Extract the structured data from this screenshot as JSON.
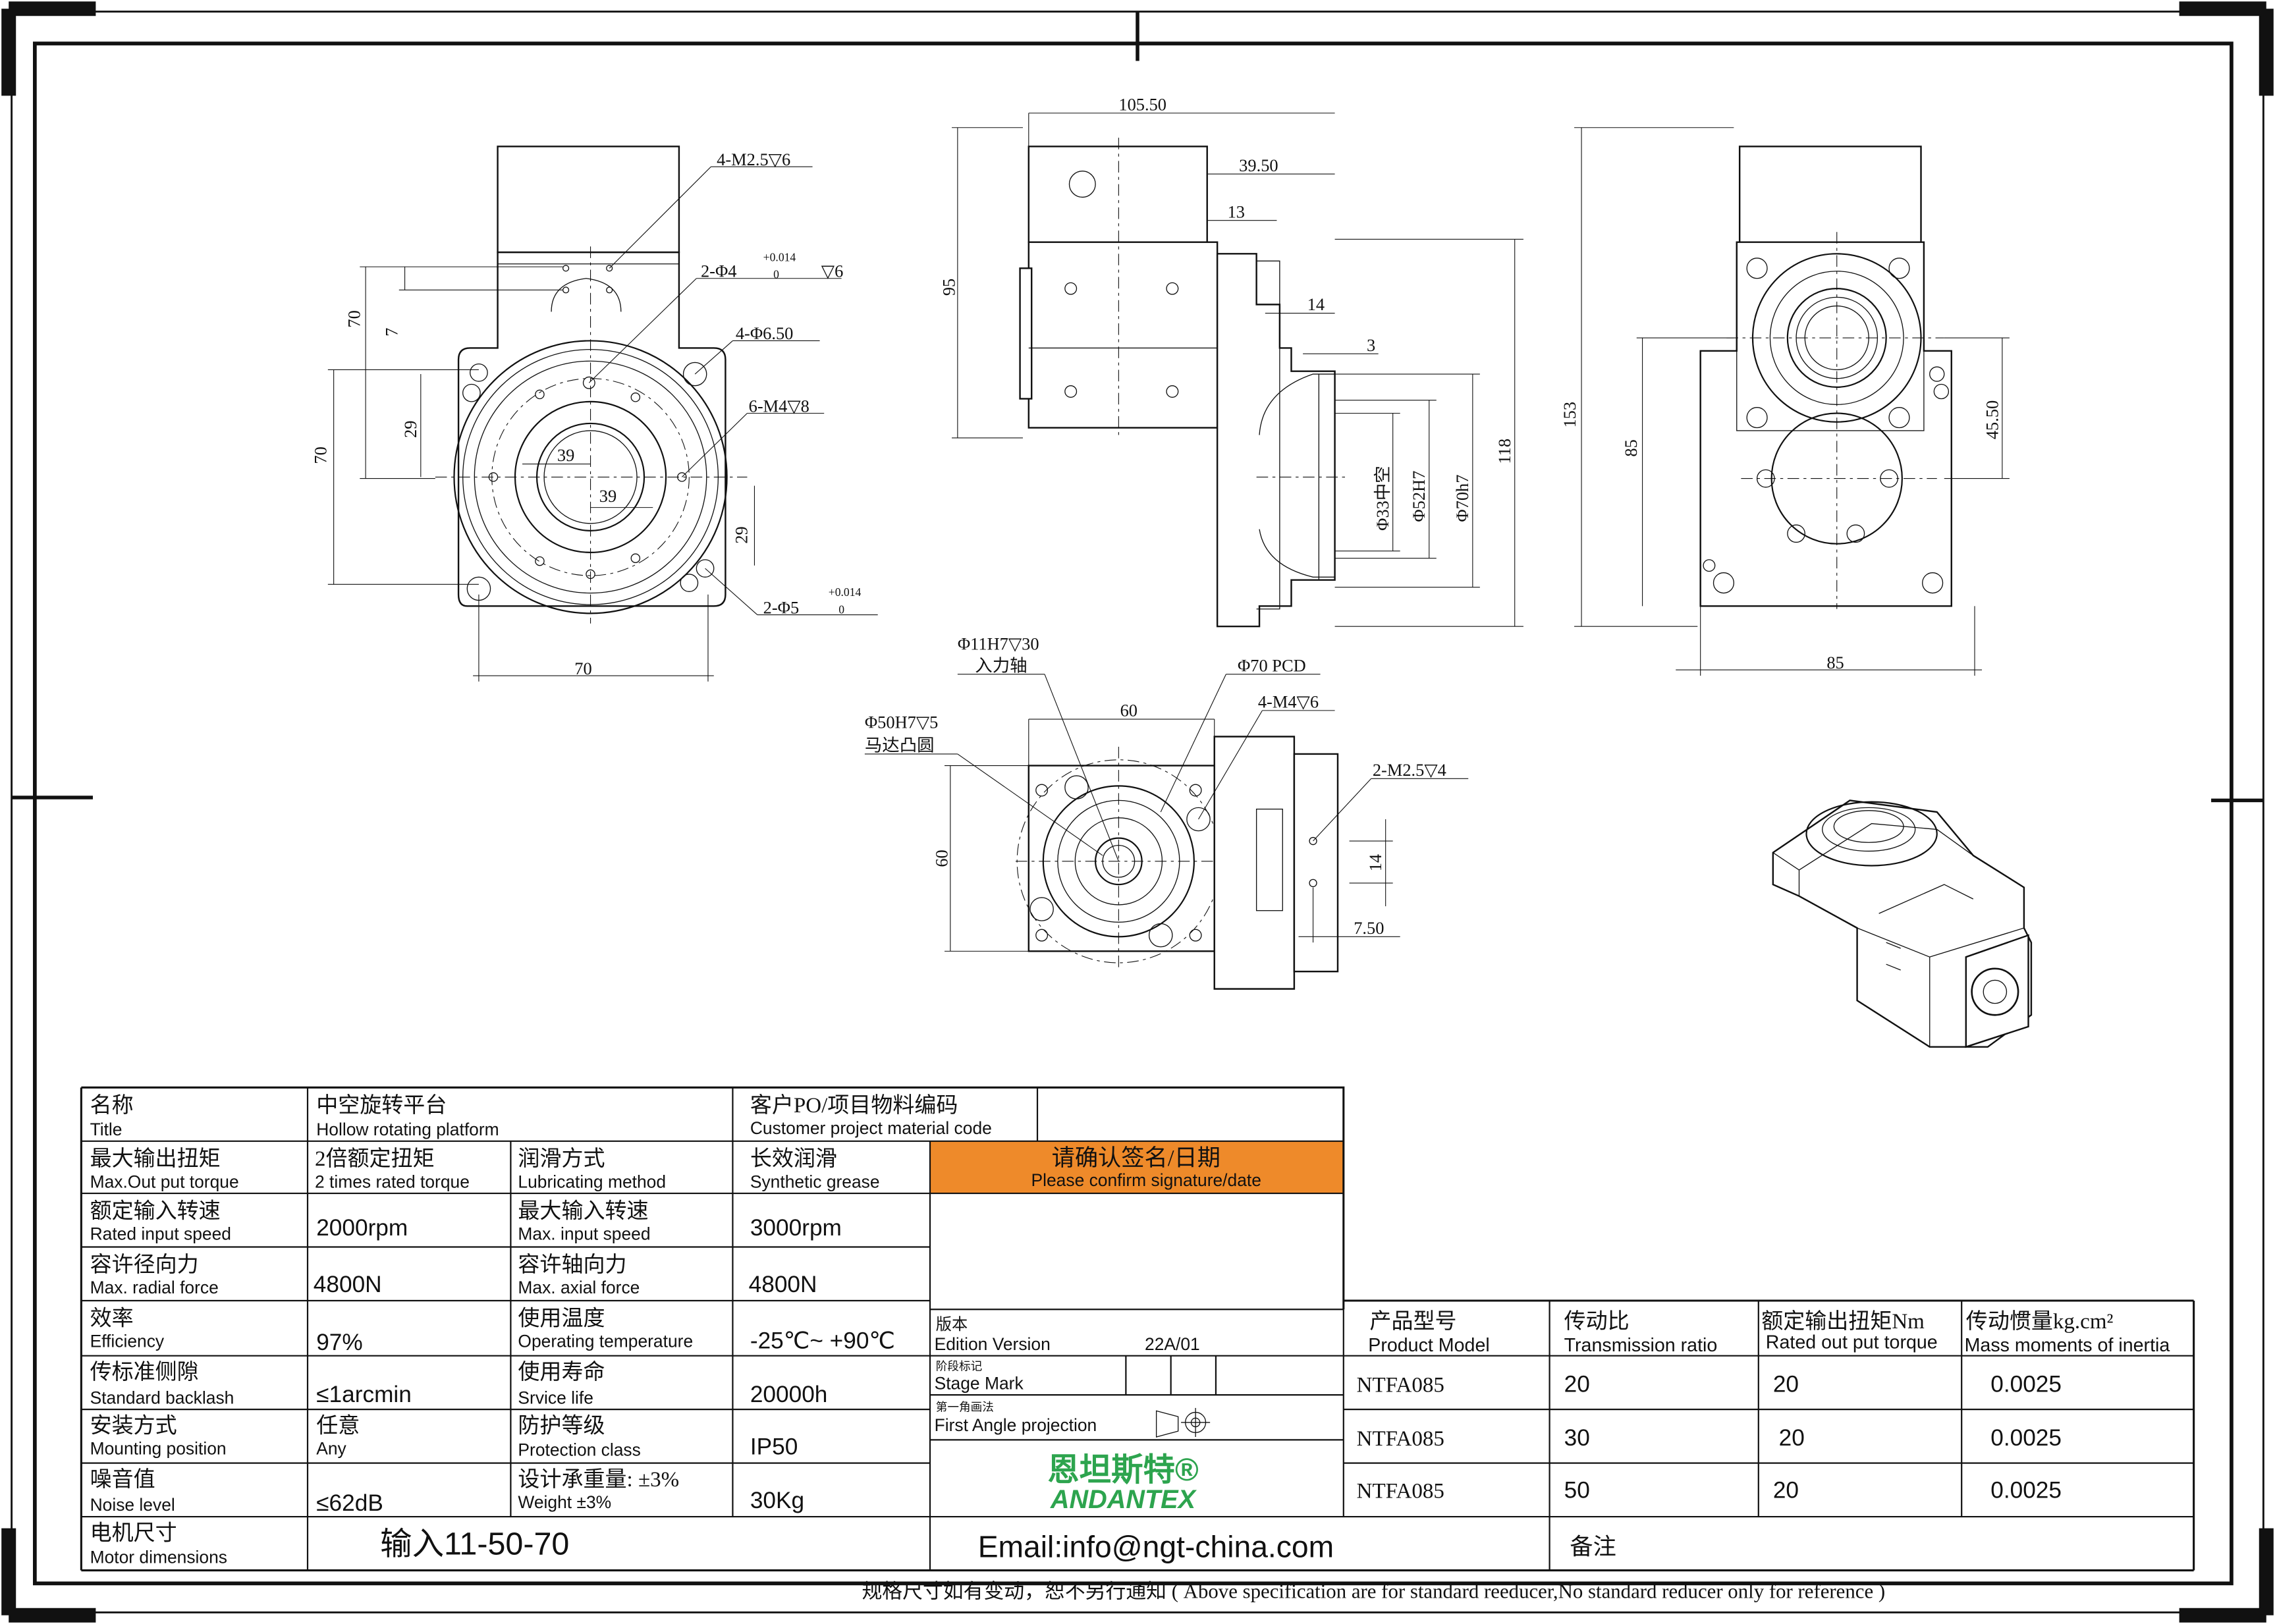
{
  "drawing": {
    "front_view": {
      "callouts": [
        "4-M2.5▽6",
        "2-Φ4",
        "▽6",
        "4-Φ6.50",
        "6-M4▽8",
        "2-Φ5"
      ],
      "tolerances": {
        "upper": "+0.014",
        "lower": "0"
      },
      "dims": [
        "70",
        "7",
        "70",
        "29",
        "39",
        "39",
        "29",
        "70"
      ]
    },
    "side_view": {
      "dims": [
        "105.50",
        "39.50",
        "13",
        "95",
        "14",
        "3",
        "Φ33中空",
        "Φ52H7",
        "Φ70h7",
        "118"
      ]
    },
    "right_view": {
      "dims": [
        "153",
        "85",
        "45.50",
        "85"
      ]
    },
    "bottom_view": {
      "callouts": [
        "Φ11H7▽30",
        "入力轴",
        "Φ70 PCD",
        "4-M4▽6",
        "Φ50H7▽5",
        "马达凸圆",
        "2-M2.5▽4"
      ],
      "dims": [
        "60",
        "60",
        "14",
        "7.50"
      ]
    }
  },
  "title_block": {
    "rows": [
      {
        "label_cn": "名称",
        "label_en": "Title",
        "value_cn": "中空旋转平台",
        "value_en": "Hollow rotating platform"
      },
      {
        "label_cn": "最大输出扭矩",
        "label_en": "Max.Out put torque",
        "value_cn": "2倍额定扭矩",
        "value_en": "2 times rated torque",
        "label2_cn": "润滑方式",
        "label2_en": "Lubricating method",
        "value2_cn": "长效润滑",
        "value2_en": "Synthetic grease"
      },
      {
        "label_cn": "额定输入转速",
        "label_en": "Rated input speed",
        "value": "2000rpm",
        "label2_cn": "最大输入转速",
        "label2_en": "Max. input speed",
        "value2": "3000rpm"
      },
      {
        "label_cn": "容许径向力",
        "label_en": "Max. radial force",
        "value": "4800N",
        "label2_cn": "容许轴向力",
        "label2_en": "Max. axial force",
        "value2": "4800N"
      },
      {
        "label_cn": "效率",
        "label_en": "Efficiency",
        "value": "97%",
        "label2_cn": "使用温度",
        "label2_en": "Operating temperature",
        "value2": "-25℃~ +90℃"
      },
      {
        "label_cn": "传标准侧隙",
        "label_en": "Standard backlash",
        "value": "≤1arcmin",
        "label2_cn": "使用寿命",
        "label2_en": "Srvice life",
        "value2": "20000h"
      },
      {
        "label_cn": "安装方式",
        "label_en": "Mounting position",
        "value_cn": "任意",
        "value_en": "Any",
        "label2_cn": "防护等级",
        "label2_en": "Protection class",
        "value2": "IP50"
      },
      {
        "label_cn": "噪音值",
        "label_en": "Noise level",
        "value": "≤62dB",
        "label2_cn": "设计承重量: ±3%",
        "label2_en": "Weight ±3%",
        "value2": "30Kg"
      },
      {
        "label_cn": "电机尺寸",
        "label_en": "Motor dimensions",
        "value": "输入11-50-70"
      }
    ],
    "customer_code": {
      "cn": "客户PO/项目物料编码",
      "en": "Customer project material code"
    },
    "confirm": {
      "cn": "请确认签名/日期",
      "en": "Please confirm signature/date",
      "color": "#EE8A2A"
    },
    "edition": {
      "cn": "版本",
      "en": "Edition Version",
      "value": "22A/01"
    },
    "stage": {
      "cn": "阶段标记",
      "en": "Stage Mark"
    },
    "projection": {
      "cn": "第一角画法",
      "en": "First Angle projection"
    },
    "brand": {
      "cn": "恩坦斯特®",
      "en": "ANDANTEX",
      "color": "#2DA44E"
    },
    "email": "Email:info@ngt-china.com",
    "remarks": "备注",
    "spec_table": {
      "headers": [
        {
          "cn": "产品型号",
          "en": "Product Model"
        },
        {
          "cn": "传动比",
          "en": "Transmission ratio"
        },
        {
          "cn": "额定输出扭矩Nm",
          "en": "Rated out put torque"
        },
        {
          "cn": "传动惯量kg.cm²",
          "en": "Mass moments of inertia"
        }
      ],
      "rows": [
        [
          "NTFA085",
          "20",
          "20",
          "0.0025"
        ],
        [
          "NTFA085",
          "30",
          "20",
          "0.0025"
        ],
        [
          "NTFA085",
          "50",
          "20",
          "0.0025"
        ]
      ]
    },
    "footer": "规格尺寸如有变动，恕不另行通知 ( Above specification are for standard reeducer,No standard reducer only for reference )"
  }
}
